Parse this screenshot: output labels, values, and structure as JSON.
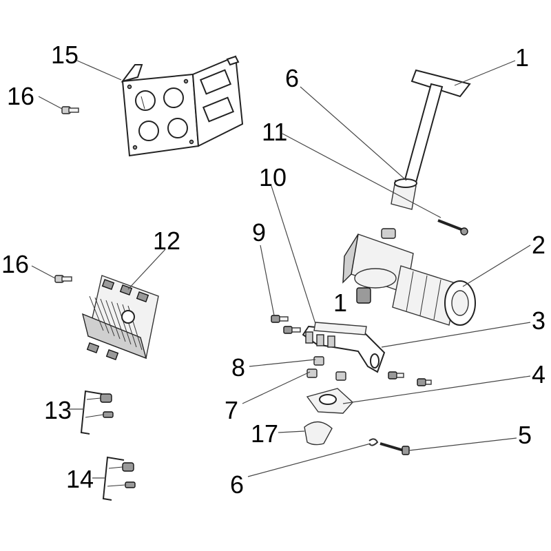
{
  "callouts": {
    "c1_top": "1",
    "c1_mid": "1",
    "c2": "2",
    "c3": "3",
    "c4": "4",
    "c5": "5",
    "c6_top": "6",
    "c6_bottom": "6",
    "c7": "7",
    "c8": "8",
    "c9": "9",
    "c10": "10",
    "c11": "11",
    "c12": "12",
    "c13": "13",
    "c14": "14",
    "c15": "15",
    "c16_top": "16",
    "c16_mid": "16",
    "c17": "17"
  }
}
